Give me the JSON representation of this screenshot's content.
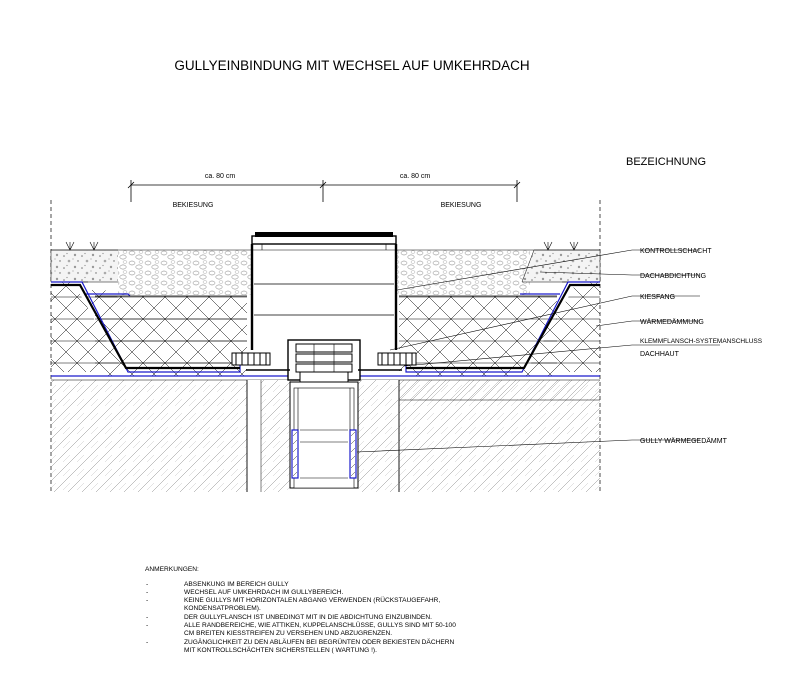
{
  "title": "GULLYEINBINDUNG MIT WECHSEL AUF UMKEHRDACH",
  "legend_header": "BEZEICHNUNG",
  "dimensions": {
    "left": "ca. 80 cm",
    "right": "ca. 80 cm"
  },
  "zones": {
    "left": "BEKIESUNG",
    "right": "BEKIESUNG"
  },
  "labels": {
    "kontrollschacht": "KONTROLLSCHACHT",
    "dachabdichtung": "DACHABDICHTUNG",
    "kiesfang": "KIESFANG",
    "waermedaemmung": "WÄRMEDÄMMUNG",
    "klemmflansch": "KLEMMFLANSCH-SYSTEMANSCHLUSS",
    "dachhaut": "DACHHAUT",
    "gully": "GULLY WÄRMEGEDÄMMT"
  },
  "notes": {
    "heading": "ANMERKUNGEN:",
    "bullet": "-",
    "lines": [
      "ABSENKUNG IM BEREICH GULLY",
      "WECHSEL AUF UMKEHRDACH IM GULLYBEREICH.",
      "KEINE GULLYS MIT HORIZONTALEN ABGANG VERWENDEN (RÜCKSTAUGEFAHR,",
      "KONDENSATPROBLEM).",
      "DER GULLYFLANSCH IST UNBEDINGT MIT IN DIE ABDICHTUNG EINZUBINDEN.",
      "ALLE RANDBEREICHE, WIE ATTIKEN, KUPPELANSCHLÜSSE, GULLYS SIND MIT 50-100",
      "CM BREITEN KIESSTREIFEN ZU VERSEHEN UND ABZUGRENZEN.",
      "ZUGÄNGLICHKEIT ZU DEN ABLÄUFEN BEI BEGRÜNTEN ODER BEKIESTEN DÄCHERN",
      "MIT KONTROLLSCHÄCHTEN SICHERSTELLEN ( WARTUNG !)."
    ]
  },
  "colors": {
    "line": "#000000",
    "membrane": "#1a1acc",
    "gravel": "#bfbfbf"
  }
}
